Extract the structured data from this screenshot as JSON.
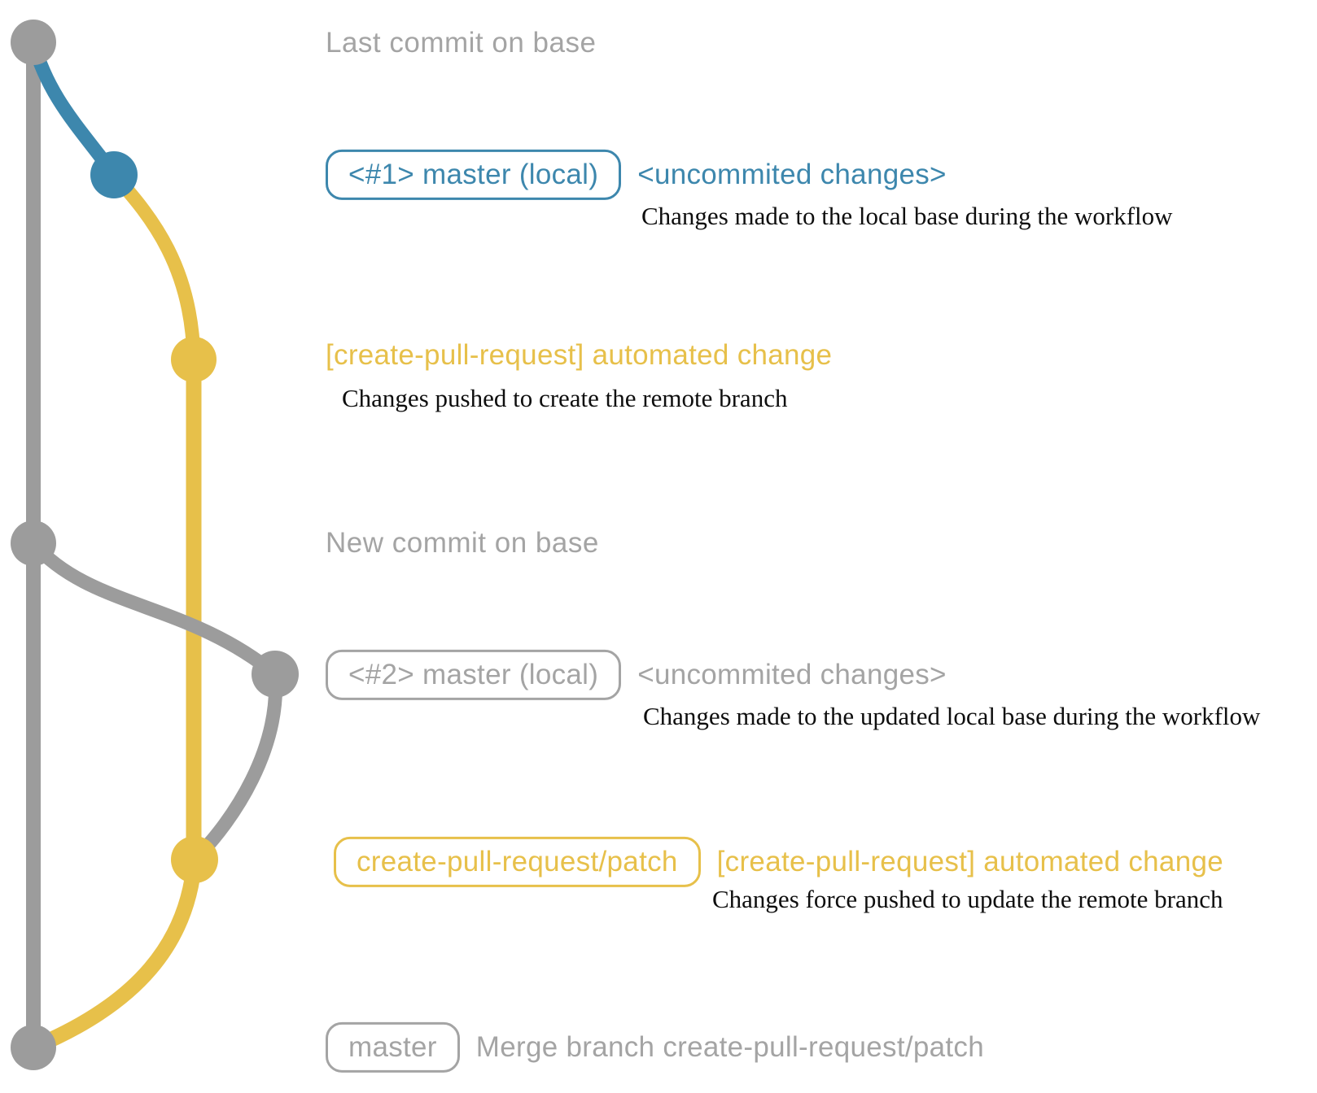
{
  "colors": {
    "gray": "#9c9c9c",
    "gray_text": "#a4a4a4",
    "blue": "#3d87ad",
    "yellow": "#e7c04a",
    "note": "#0e0e0e",
    "background": "#ffffff"
  },
  "rows": {
    "last_commit": {
      "label": "Last commit on base"
    },
    "commit1": {
      "tag": "<#1> master (local)",
      "message": "<uncommited changes>",
      "note": "Changes made to the local base during the workflow"
    },
    "push1": {
      "message": "[create-pull-request] automated change",
      "note": "Changes pushed to create the remote branch"
    },
    "new_commit": {
      "label": "New commit on base"
    },
    "commit2": {
      "tag": "<#2> master (local)",
      "message": "<uncommited changes>",
      "note": "Changes made to the updated local base during the workflow"
    },
    "push2": {
      "tag": "create-pull-request/patch",
      "message": "[create-pull-request] automated change",
      "note": "Changes force pushed to update the remote branch"
    },
    "merge": {
      "tag": "master",
      "message": "Merge branch create-pull-request/patch"
    }
  }
}
